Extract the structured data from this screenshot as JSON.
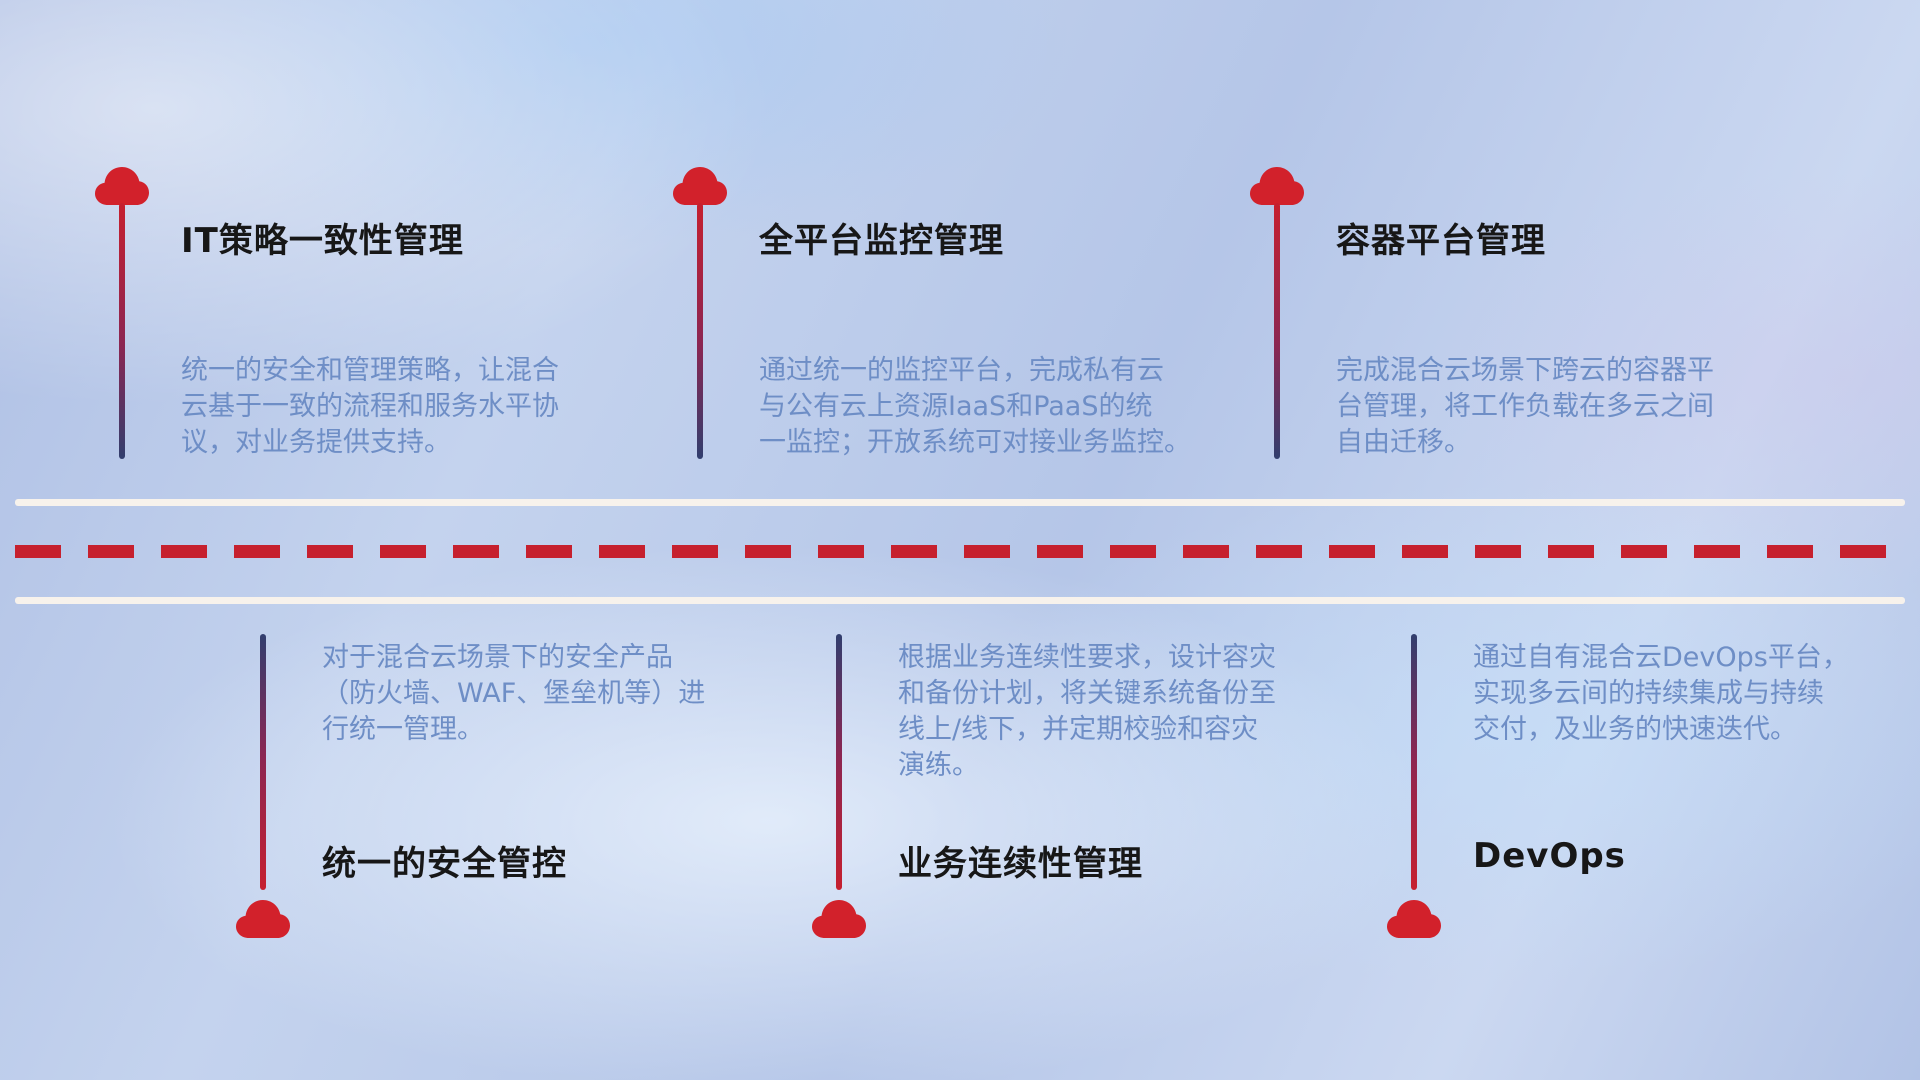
{
  "top_items": [
    {
      "title": "IT策略一致性管理",
      "desc": "统一的安全和管理策略，让混合\n云基于一致的流程和服务水平协\n议，对业务提供支持。"
    },
    {
      "title": "全平台监控管理",
      "desc": "通过统一的监控平台，完成私有云\n与公有云上资源IaaS和PaaS的统\n一监控；开放系统可对接业务监控。"
    },
    {
      "title": "容器平台管理",
      "desc": "完成混合云场景下跨云的容器平\n台管理，将工作负载在多云之间\n自由迁移。"
    }
  ],
  "bottom_items": [
    {
      "title": "统一的安全管控",
      "desc": "对于混合云场景下的安全产品\n（防火墙、WAF、堡垒机等）进\n行统一管理。"
    },
    {
      "title": "业务连续性管理",
      "desc": "根据业务连续性要求，设计容灾\n和备份计划，将关键系统备份至\n线上/线下，并定期校验和容灾\n演练。"
    },
    {
      "title": "DevOps",
      "desc": "通过自有混合云DevOps平台，\n实现多云间的持续集成与持续\n交付，及业务的快速迭代。"
    }
  ],
  "colors": {
    "cloud_red": "#d2212b",
    "dash_red": "#c6202e",
    "road_white": "#f7f2ec",
    "title_text": "#171717",
    "description_text": "#6e8ec6",
    "connector_navy": "#313e6e",
    "connector_red": "#c6202f"
  }
}
